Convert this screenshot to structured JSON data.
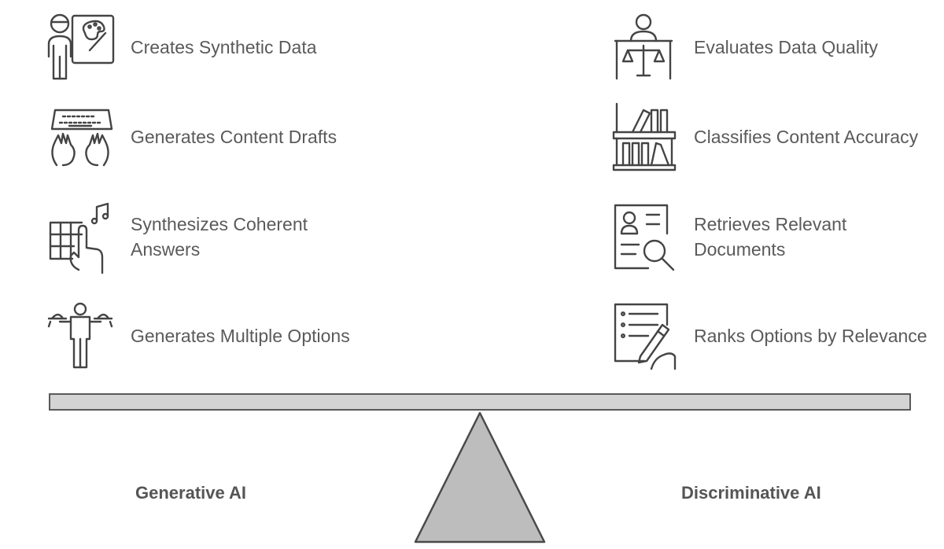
{
  "left": {
    "title": "Generative AI",
    "items": [
      {
        "label": "Creates Synthetic Data",
        "icon": "artist-palette-icon"
      },
      {
        "label": "Generates Content Drafts",
        "icon": "keyboard-typing-icon"
      },
      {
        "label": "Synthesizes Coherent Answers",
        "icon": "grid-music-hand-icon"
      },
      {
        "label": "Generates Multiple Options",
        "icon": "person-balancing-options-icon"
      }
    ]
  },
  "right": {
    "title": "Discriminative AI",
    "items": [
      {
        "label": "Evaluates Data Quality",
        "icon": "judge-scales-icon"
      },
      {
        "label": "Classifies Content Accuracy",
        "icon": "bookshelf-icon"
      },
      {
        "label": "Retrieves Relevant Documents",
        "icon": "document-search-icon"
      },
      {
        "label": "Ranks Options by Relevance",
        "icon": "checklist-pen-icon"
      }
    ]
  },
  "colors": {
    "stroke": "#444444",
    "beam_fill": "#d4d4d4",
    "fulcrum_fill": "#bdbdbd",
    "text": "#5a5a5a"
  }
}
